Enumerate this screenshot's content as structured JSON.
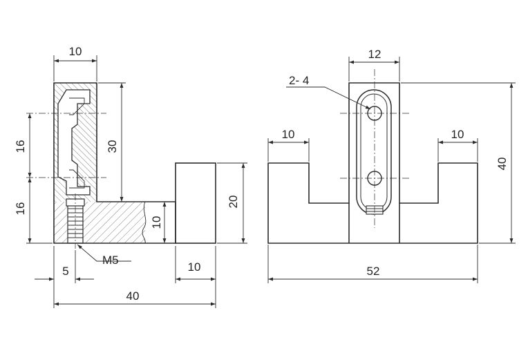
{
  "labels": {
    "left_top_width": "10",
    "left_dim_16_upper": "16",
    "left_dim_16_lower": "16",
    "left_height_30": "30",
    "left_height_20": "20",
    "left_base_10": "10",
    "thread_callout": "M5",
    "left_offset_5": "5",
    "left_post_width": "10",
    "left_total_width": "40",
    "right_slot_width": "12",
    "right_hole_callout": "2- 4",
    "right_step_left": "10",
    "right_step_right": "10",
    "right_total_height": "40",
    "right_total_width": "52"
  }
}
